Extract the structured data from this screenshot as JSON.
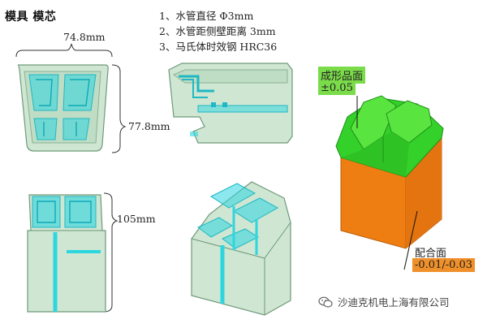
{
  "header": {
    "title": "模具 模芯"
  },
  "specs": [
    "1、水管直径 Φ3mm",
    "2、水管距侧壁距离 3mm",
    "3、马氏体时效钢 HRC36"
  ],
  "dimensions": {
    "width": "74.8mm",
    "depth": "77.8mm",
    "height": "105mm"
  },
  "callouts": {
    "forming_title": "成形品面",
    "forming_tol": "±0.05",
    "mating_title": "配合面",
    "mating_tol": "-0.01/-0.03"
  },
  "colors": {
    "model_fill": "#cfe6d2",
    "cooling_channel": "#2ed6e0",
    "forming_green": "#34d12a",
    "mating_orange": "#ee7d12"
  },
  "watermark": {
    "icon": "wechat-icon",
    "text": "沙迪克机电上海有限公司"
  }
}
